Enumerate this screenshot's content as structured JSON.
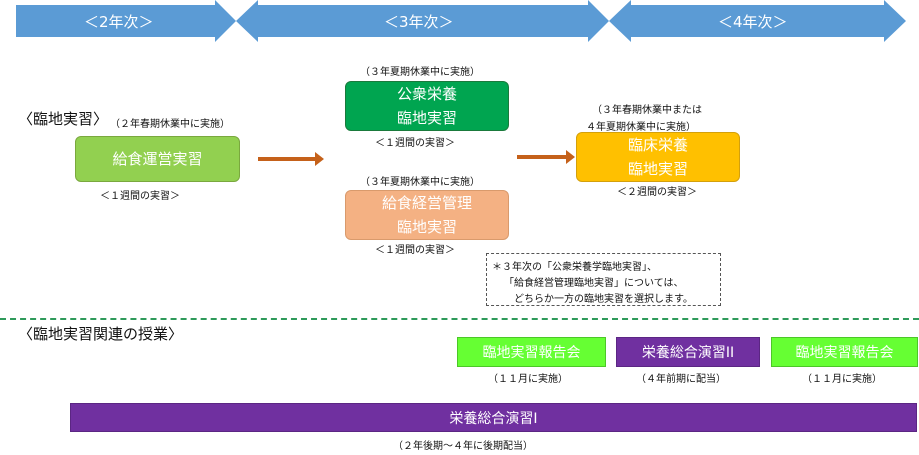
{
  "timeline": {
    "year2": "＜2年次＞",
    "year3": "＜3年次＞",
    "year4": "＜4年次＞",
    "color": "#5b9bd5"
  },
  "practicum": {
    "heading": "〈臨地実習〉",
    "heading_note": "（２年春期休業中に実施）",
    "food_service": {
      "label": "給食運営実習",
      "duration": "＜１週間の実習＞",
      "color": "#92d050"
    },
    "public_nutrition": {
      "timing": "（３年夏期休業中に実施）",
      "line1": "公衆栄養",
      "line2": "臨地実習",
      "duration": "＜１週間の実習＞",
      "color": "#00a550"
    },
    "food_management": {
      "timing": "（３年夏期休業中に実施）",
      "line1": "給食経営管理",
      "line2": "臨地実習",
      "duration": "＜１週間の実習＞",
      "color": "#f4b183"
    },
    "clinical": {
      "timing_line1": "（３年春期休業中または",
      "timing_line2": "４年夏期休業中に実施）",
      "line1": "臨床栄養",
      "line2": "臨地実習",
      "duration": "＜２週間の実習＞",
      "color": "#ffc000"
    },
    "note": {
      "line1": "＊３年次の「公衆栄養学臨地実習」、",
      "line2": "「給食経営管理臨地実習」については、",
      "line3": "どちらか一方の臨地実習を選択します。"
    },
    "arrow_color": "#c5611a"
  },
  "related": {
    "heading": "〈臨地実習関連の授業〉",
    "report1": {
      "label": "臨地実習報告会",
      "note": "（１１月に実施）",
      "color": "#66ff33"
    },
    "seminar2": {
      "label": "栄養総合演習II",
      "note": "（４年前期に配当）",
      "color": "#7030a0"
    },
    "report2": {
      "label": "臨地実習報告会",
      "note": "（１１月に実施）",
      "color": "#66ff33"
    },
    "seminar1": {
      "label": "栄養総合演習I",
      "note": "（２年後期～４年に後期配当）",
      "color": "#7030a0"
    }
  }
}
